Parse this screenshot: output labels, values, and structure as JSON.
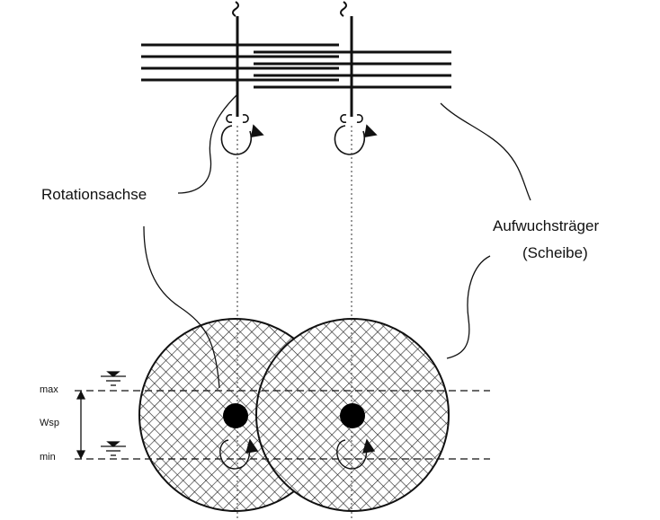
{
  "labels": {
    "axis": "Rotationsachse",
    "carrier_line1": "Aufwuchsträger",
    "carrier_line2": "(Scheibe)",
    "max": "max",
    "wsp": "Wsp",
    "min": "min"
  },
  "colors": {
    "ink": "#111111",
    "hatch": "#222222",
    "background": "#ffffff"
  }
}
